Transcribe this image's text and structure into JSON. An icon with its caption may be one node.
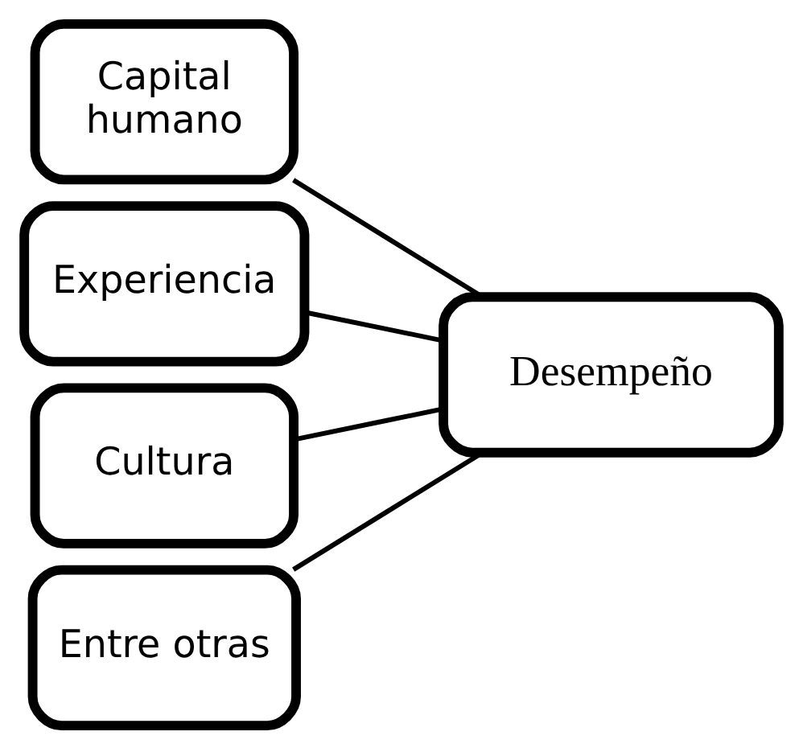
{
  "diagram": {
    "nodes": [
      {
        "text": [
          "Capital humano"
        ]
      },
      {
        "text": [
          "Experiencia"
        ]
      },
      {
        "text": [
          "Cultura"
        ]
      },
      {
        "text": [
          "Entre otras"
        ]
      },
      {
        "text": [
          "Desempeño"
        ]
      }
    ],
    "edges": [
      {
        "from": 0,
        "to": 4,
        "arrow": "none"
      },
      {
        "from": 1,
        "to": 4,
        "arrow": "none"
      },
      {
        "from": 2,
        "to": 4,
        "arrow": "none"
      },
      {
        "from": 3,
        "to": 4,
        "arrow": "none"
      }
    ]
  }
}
